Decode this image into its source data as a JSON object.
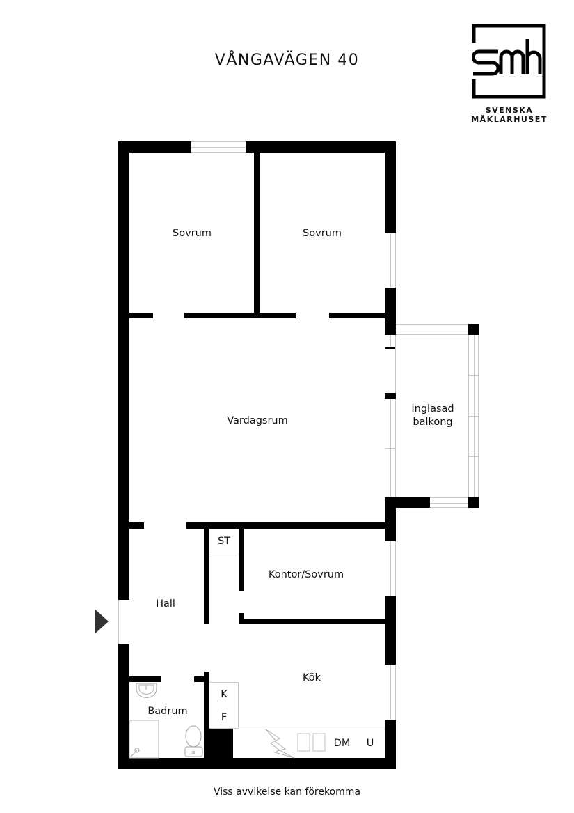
{
  "title": "VÅNGAVÄGEN 40",
  "logo": {
    "mark": "smh",
    "line1": "SVENSKA",
    "line2": "MÄKLARHUSET"
  },
  "rooms": [
    {
      "name": "Sovrum",
      "id": "bedroom-1"
    },
    {
      "name": "Sovrum",
      "id": "bedroom-2"
    },
    {
      "name": "Vardagsrum",
      "id": "living-room"
    },
    {
      "name": "Inglasad balkong",
      "id": "glazed-balcony",
      "line1": "Inglasad",
      "line2": "balkong"
    },
    {
      "name": "Hall",
      "id": "hall"
    },
    {
      "name": "ST",
      "id": "storage"
    },
    {
      "name": "Kontor/Sovrum",
      "id": "office-bedroom"
    },
    {
      "name": "Kök",
      "id": "kitchen"
    },
    {
      "name": "Badrum",
      "id": "bathroom"
    }
  ],
  "fixtures": {
    "fridge": "K",
    "freezer": "F",
    "dishwasher": "DM",
    "oven": "U"
  },
  "entry_icon": "entry-arrow-icon",
  "footer": "Viss avvikelse kan förekomma",
  "colors": {
    "wall": "#000000",
    "window_line": "#c8c8c8",
    "background": "#ffffff",
    "entry_arrow": "#333333"
  }
}
